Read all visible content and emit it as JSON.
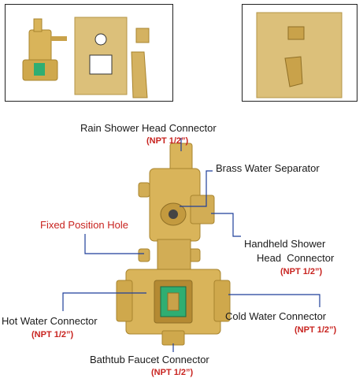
{
  "labels": {
    "rain": {
      "title": "Rain Shower Head Connector",
      "spec": "(NPT 1/2”)"
    },
    "separator": {
      "title": "Brass Water Separator"
    },
    "fixed_hole": {
      "title": "Fixed Position Hole"
    },
    "handheld": {
      "title_line1": "Handheld Shower",
      "title_line2": "Head  Connector",
      "spec": "(NPT 1/2”)"
    },
    "hot": {
      "title": "Hot Water Connector",
      "spec": "(NPT 1/2”)"
    },
    "cold": {
      "title": "Cold Water Connector",
      "spec": "(NPT 1/2”)"
    },
    "tub": {
      "title": "Bathtub Faucet Connector",
      "spec": "(NPT 1/2”)"
    }
  },
  "colors": {
    "brass": "#d9b45a",
    "brass_dark": "#a8842e",
    "leader_line": "#1f3f9a",
    "spec_text": "#c8231f",
    "cartridge_green": "#2fae72"
  }
}
